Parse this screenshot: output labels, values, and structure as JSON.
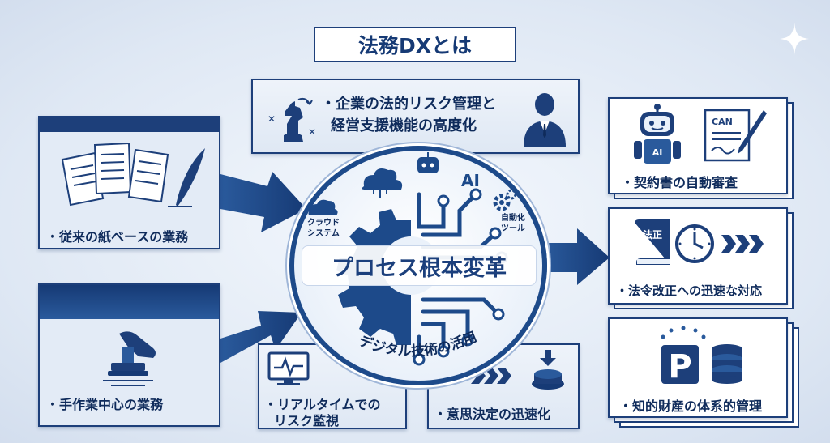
{
  "title": "法務DXとは",
  "top": {
    "line1": "・企業の法的リスク管理と",
    "line2": "経営支援機能の高度化"
  },
  "left": {
    "paper": "・従来の紙ベースの業務",
    "manual": "・手作業中心の業務"
  },
  "center": {
    "main": "プロセス根本変革",
    "digital": "デジタル技術の活用",
    "cloud": "クラウド\nシステム",
    "ai": "AI",
    "auto_line1": "自動化",
    "auto_line2": "ツール",
    "cloud_line1": "クラウド",
    "cloud_line2": "システム"
  },
  "bottom": {
    "realtime_line1": "・リアルタイムでの",
    "realtime_line2": "リスク監視",
    "decision": "・意思決定の迅速化"
  },
  "right": {
    "contract": "・契約書の自動審査",
    "law": "・法令改正への迅速な対応",
    "ip": "・知的財産の体系的管理",
    "doc_text": "CAN",
    "book_text": "法正",
    "robot_text": "AI",
    "ip_letter": "P"
  },
  "colors": {
    "navy": "#1d3f7a",
    "dark": "#0f2b5b",
    "accent": "#2a5a9c"
  }
}
